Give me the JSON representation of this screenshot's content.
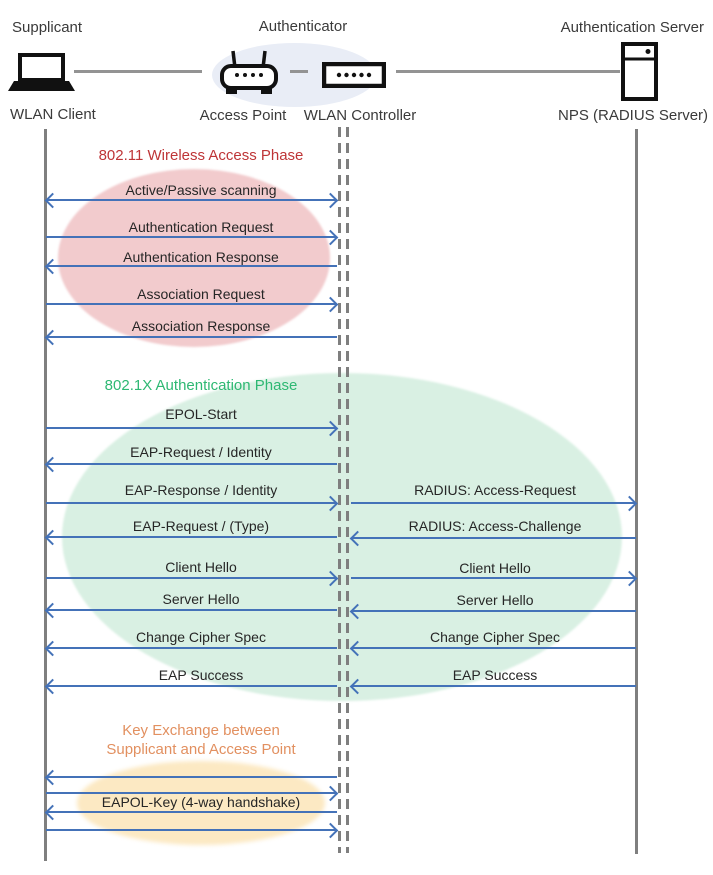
{
  "header": {
    "roles": [
      "Supplicant",
      "Authenticator",
      "Authentication Server"
    ],
    "devices": [
      "WLAN Client",
      "Access Point",
      "WLAN Controller",
      "NPS (RADIUS Server)"
    ],
    "icons": [
      "laptop-icon",
      "access-point-icon",
      "wlan-controller-icon",
      "server-icon"
    ]
  },
  "phases": [
    {
      "title": "802.11 Wireless Access Phase",
      "title_color": "#be3537",
      "ellipse_color": "#f2cbcd"
    },
    {
      "title": "802.1X Authentication Phase",
      "title_color": "#2eb873",
      "ellipse_color": "#d9f0e3"
    },
    {
      "title": "Key Exchange between Supplicant and Access Point",
      "title_line1": "Key Exchange between",
      "title_line2": "Supplicant and Access Point",
      "title_color": "#e29060",
      "ellipse_color": "#fce9c3"
    }
  ],
  "messages": {
    "client_ap": [
      {
        "label": "Active/Passive scanning",
        "direction": "both"
      },
      {
        "label": "Authentication Request",
        "direction": "right"
      },
      {
        "label": "Authentication Response",
        "direction": "left"
      },
      {
        "label": "Association Request",
        "direction": "right"
      },
      {
        "label": "Association Response",
        "direction": "left"
      },
      {
        "label": "EPOL-Start",
        "direction": "right"
      },
      {
        "label": "EAP-Request / Identity",
        "direction": "left"
      },
      {
        "label": "EAP-Response / Identity",
        "direction": "right"
      },
      {
        "label": "EAP-Request / (Type)",
        "direction": "left"
      },
      {
        "label": "Client Hello",
        "direction": "right"
      },
      {
        "label": "Server Hello",
        "direction": "left"
      },
      {
        "label": "Change Cipher Spec",
        "direction": "left"
      },
      {
        "label": "EAP Success",
        "direction": "left"
      },
      {
        "label": "EAPOL-Key (4-way handshake)",
        "direction": "left,right,left,right"
      }
    ],
    "controller_server": [
      {
        "label": "RADIUS: Access-Request",
        "direction": "right"
      },
      {
        "label": "RADIUS: Access-Challenge",
        "direction": "left"
      },
      {
        "label": "Client Hello",
        "direction": "right"
      },
      {
        "label": "Server Hello",
        "direction": "left"
      },
      {
        "label": "Change Cipher Spec",
        "direction": "left"
      },
      {
        "label": "EAP Success",
        "direction": "left"
      }
    ]
  },
  "colors": {
    "arrow_blue": "#4472b8",
    "lifeline_gray": "#7f7f7f",
    "header_ellipse": "#e9edf6",
    "phase1_fill": "#f2cbcd",
    "phase2_fill": "#d9f0e3",
    "phase3_fill": "#fce9c3",
    "text": "#262626"
  }
}
